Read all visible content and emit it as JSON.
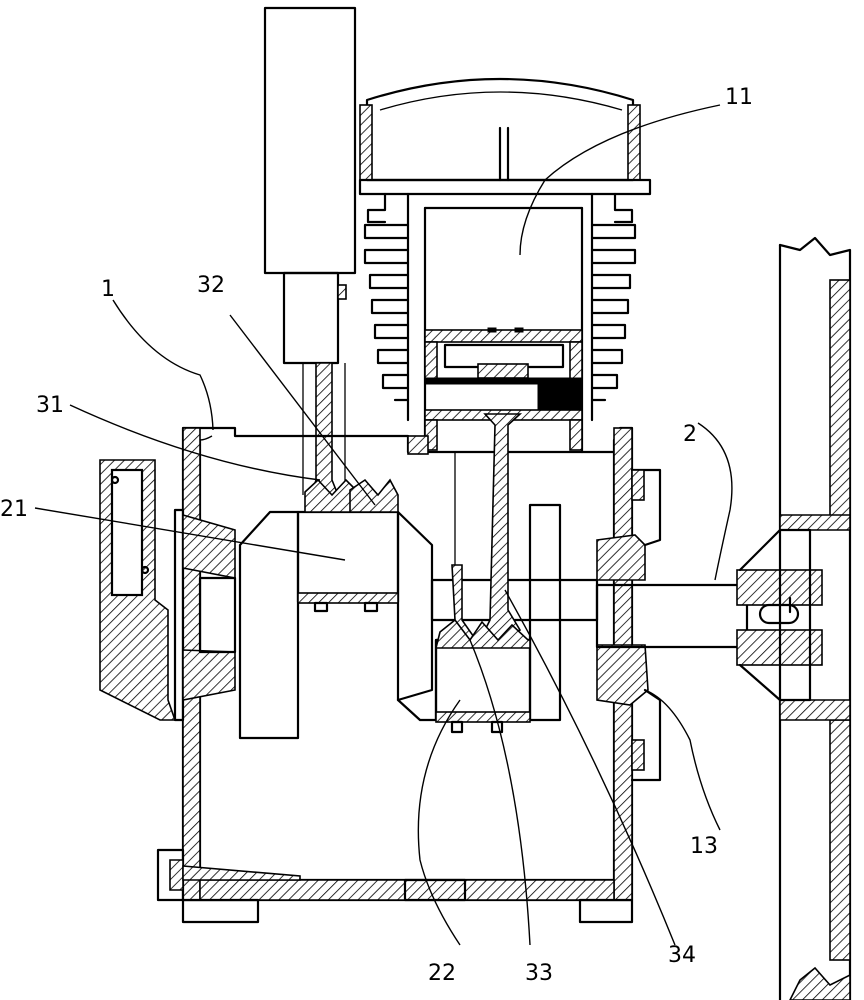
{
  "labels": {
    "l11": "11",
    "l1": "1",
    "l32": "32",
    "l31": "31",
    "l21": "21",
    "l2": "2",
    "l13": "13",
    "l22": "22",
    "l33": "33",
    "l34": "34"
  }
}
